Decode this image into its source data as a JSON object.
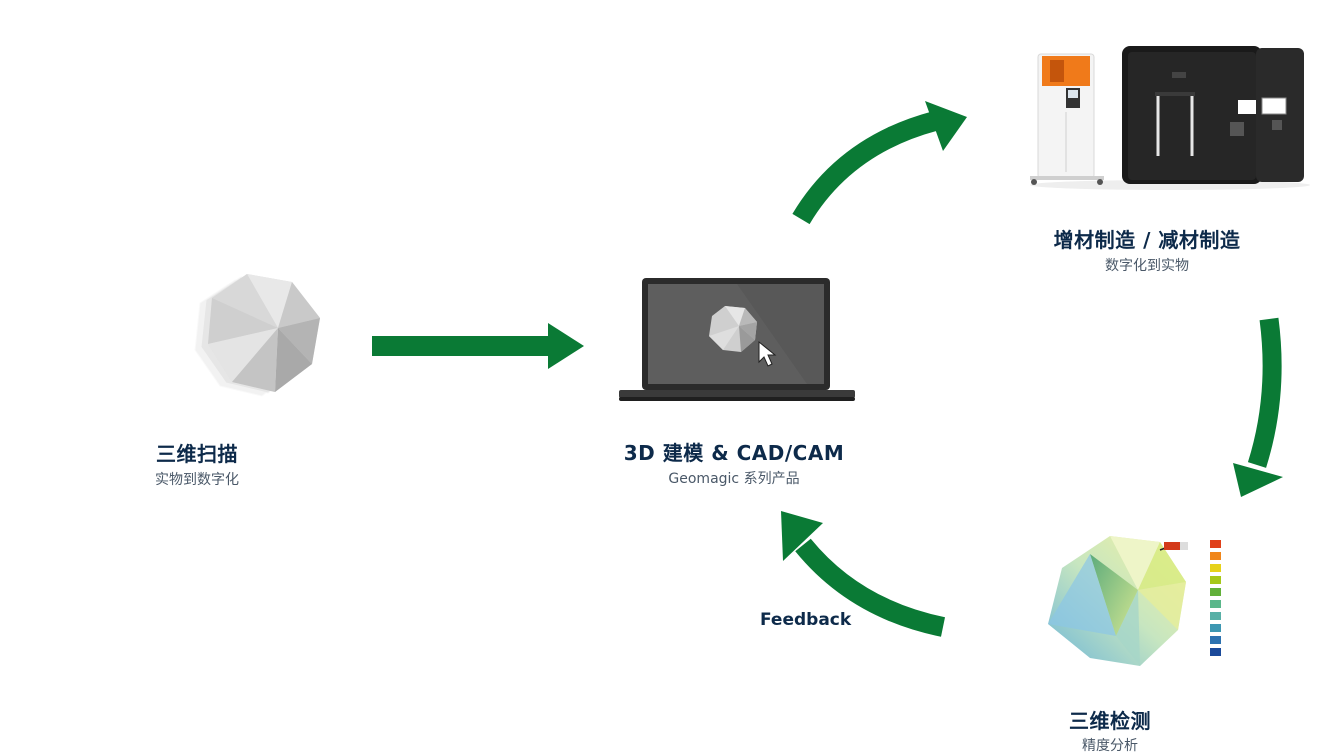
{
  "nodes": {
    "scan": {
      "title": "三维扫描",
      "subtitle": "实物到数字化"
    },
    "design": {
      "title": "3D 建模 & CAD/CAM",
      "subtitle": "Geomagic 系列产品"
    },
    "manufacture": {
      "title": "增材制造 / 减材制造",
      "subtitle": "数字化到实物"
    },
    "inspect": {
      "title": "三维检测",
      "subtitle": "精度分析"
    }
  },
  "feedback_label": "Feedback",
  "colors": {
    "arrow": "#0a7a35",
    "title": "#0d2a4a",
    "subtitle": "#4a5868"
  },
  "icons": {
    "scan": "scanned-polyhedron-icon",
    "design": "laptop-icon",
    "manufacture": "3d-printer-icon",
    "inspect": "color-map-polyhedron-icon"
  }
}
